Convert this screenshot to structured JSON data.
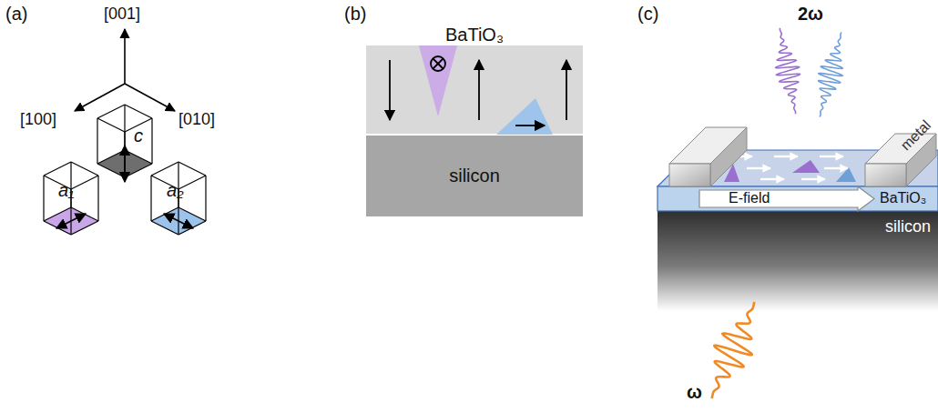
{
  "diagram": {
    "nodes": [
      {
        "text": [
          "BaTiO₃"
        ]
      },
      {
        "text": [
          "silicon"
        ]
      }
    ],
    "labels": [
      "(a)",
      "[001]",
      "[100]",
      "[010]",
      "c",
      "a₁",
      "a₂",
      "(b)",
      "(c)",
      "2ω",
      "E-field",
      "BaTiO₃",
      "metal",
      "silicon",
      "ω"
    ]
  }
}
